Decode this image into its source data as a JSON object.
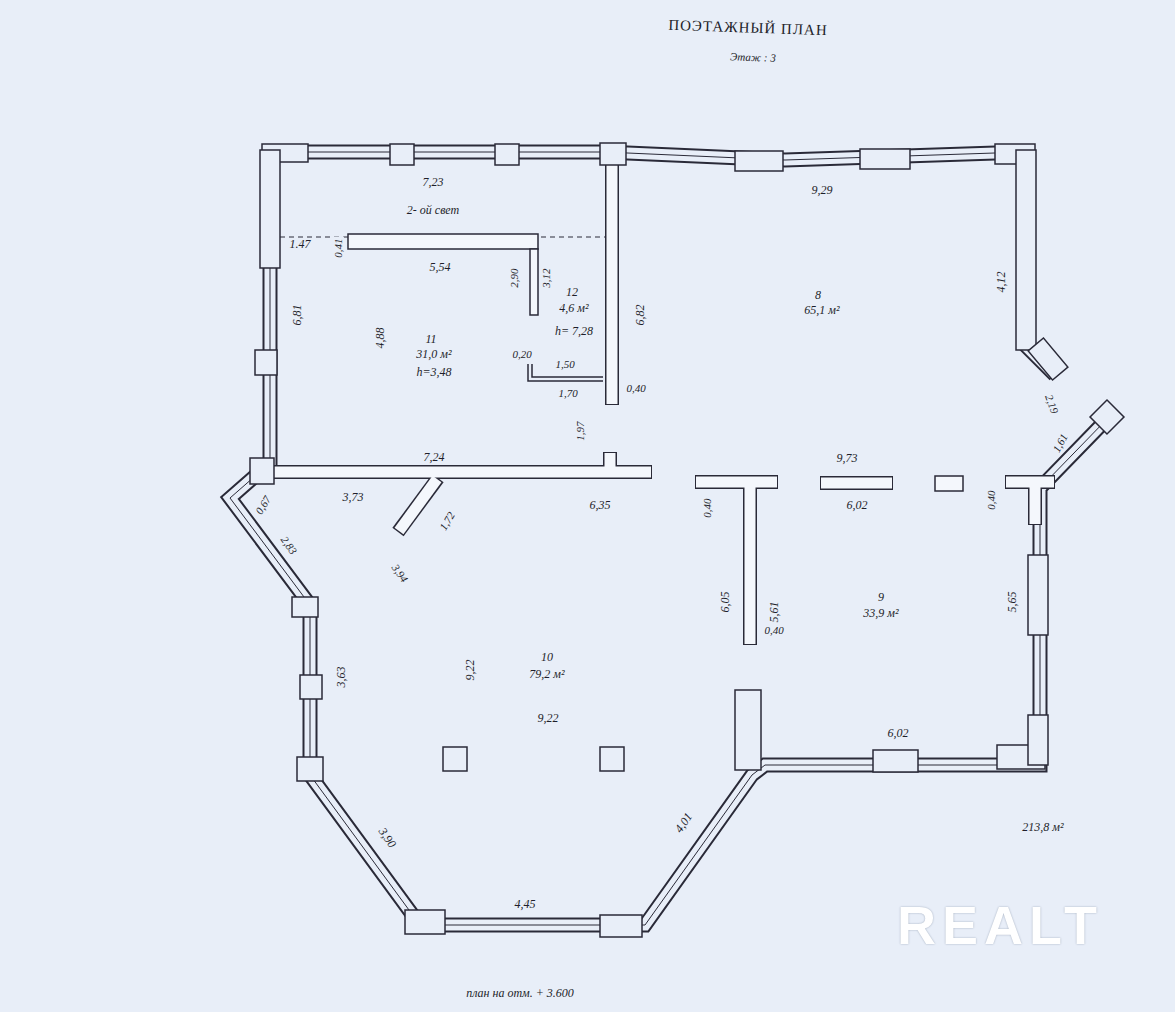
{
  "diagram": {
    "title": "ПОЭТАЖНЫЙ ПЛАН",
    "caption": "план на отм. + 3.600",
    "labels": [
      "Этаж : 3",
      "7,23",
      "2- ой свет",
      "1.47",
      "0,41",
      "5,54",
      "2,90",
      "3,12",
      "12",
      "4,6 м²",
      "h= 7,28",
      "6,81",
      "4,88",
      "11",
      "31,0 м²",
      "h=3,48",
      "6,82",
      "0,20",
      "1,50",
      "1,70",
      "0,40",
      "1,97",
      "7,24",
      "9,29",
      "8",
      "65,1 м²",
      "4,12",
      "2,19",
      "1,61",
      "9,73",
      "0,67",
      "3,73",
      "1,72",
      "6,35",
      "0,40",
      "6,02",
      "0,40",
      "2,83",
      "3,94",
      "6,05",
      "5,61",
      "0,40",
      "9",
      "33,9 м²",
      "5,65",
      "3,63",
      "9,22",
      "10",
      "79,2 м²",
      "9,22",
      "6,02",
      "213,8 м²",
      "3,90",
      "4,01",
      "4,45",
      "REALT"
    ]
  }
}
